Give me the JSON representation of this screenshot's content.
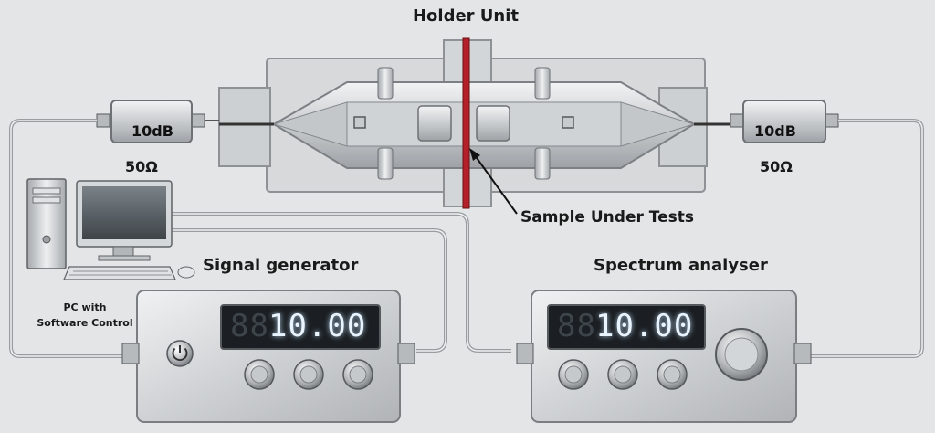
{
  "holder": {
    "title": "Holder Unit"
  },
  "sample": {
    "label": "Sample Under Tests"
  },
  "attenuator_left": {
    "rating": "10dB",
    "impedance": "50Ω"
  },
  "attenuator_right": {
    "rating": "10dB",
    "impedance": "50Ω"
  },
  "pc": {
    "label_line1": "PC with",
    "label_line2": "Software Control"
  },
  "signal_generator": {
    "title": "Signal generator",
    "display_ghost": "88",
    "display_value": "10.00",
    "icon": "power-icon"
  },
  "spectrum_analyser": {
    "title": "Spectrum analyser",
    "display_ghost": "88",
    "display_value": "10.00",
    "icon": "dial-knob-icon"
  },
  "colors": {
    "sample_bar": "#b3202a",
    "display_bg": "#1b1f23",
    "housing": "#b9bcbf"
  }
}
